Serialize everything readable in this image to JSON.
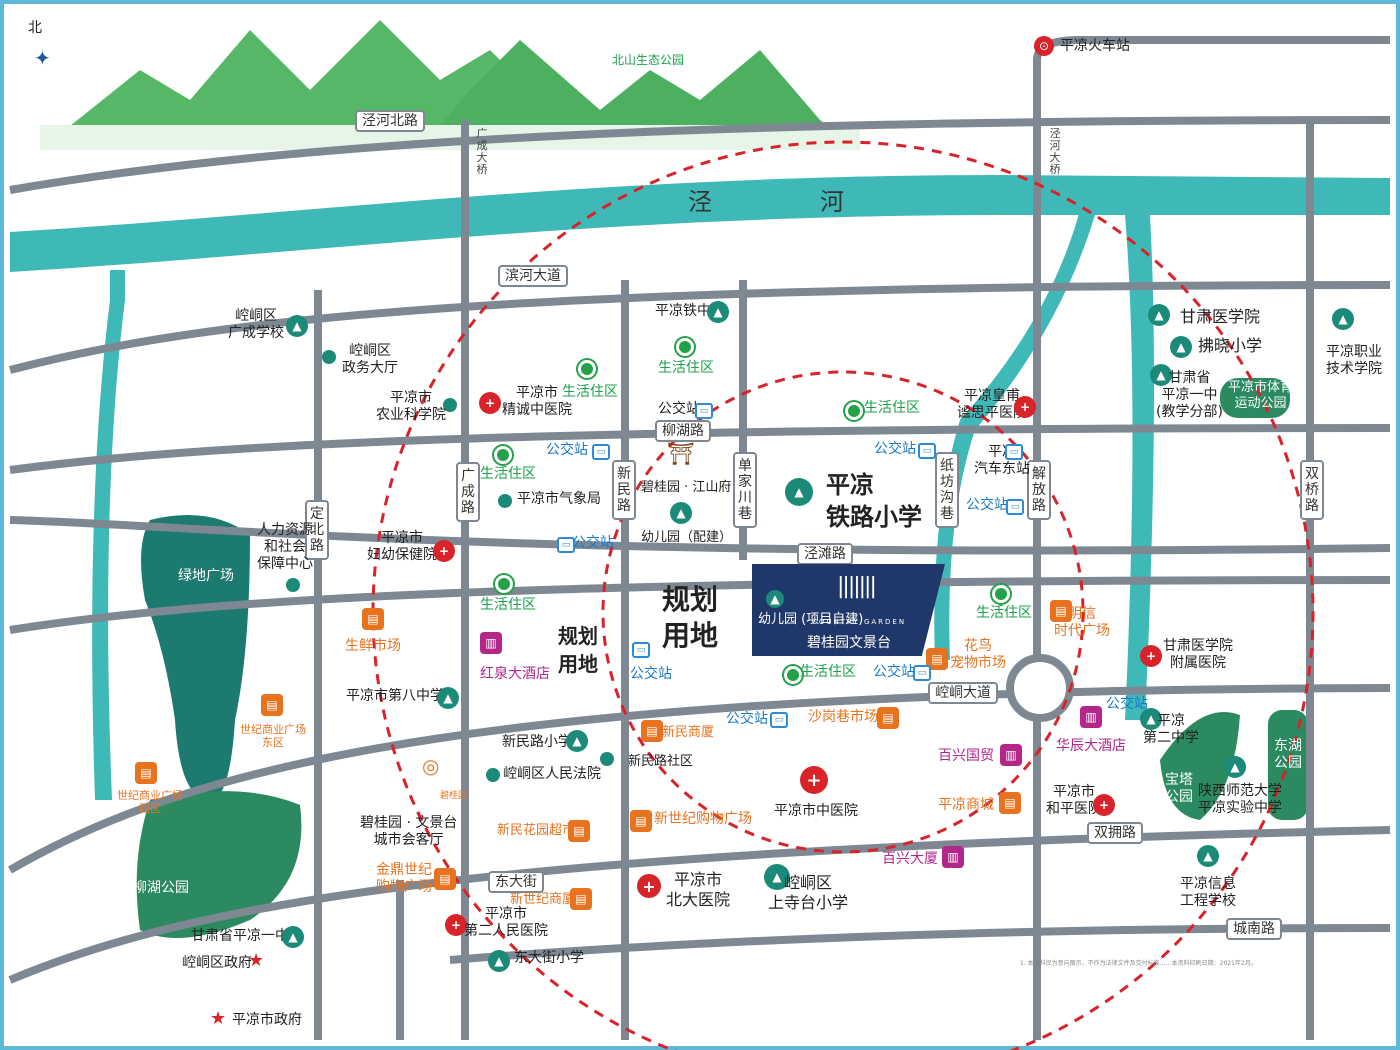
{
  "roads": {
    "jinghe_north": "泾河北路",
    "binhe": "滨河大道",
    "liuhu": "柳湖路",
    "jingtan": "泾滩路",
    "kongtong": "崆峒大道",
    "dongda": "东大街",
    "shuangyong": "双拥路",
    "chengnan": "城南路",
    "dingbei": "定北路",
    "guangcheng": "广成路",
    "xinmin": "新民路",
    "danjiachuan": "单家川巷",
    "zhifanggou": "纸坊沟巷",
    "jiefang": "解放路",
    "shuangqiao": "双桥路",
    "guangcheng_bridge": "广成大桥",
    "jinghe_bridge": "泾河大桥"
  },
  "river": {
    "char1": "泾",
    "char2": "河"
  },
  "compass": "北",
  "landmarks": {
    "beishan_park": "北山生态公园",
    "train_station": "平凉火车站"
  },
  "pois": {
    "guangcheng_school": "崆峒区\n广成学校",
    "gov_hall": "崆峒区\n政务大厅",
    "agri_school": "平凉市\n农业科学院",
    "jingcheng_hospital": "平凉市\n精诚中医院",
    "living1": "生活住区",
    "living2": "生活住区",
    "living3": "生活住区",
    "living4": "生活住区",
    "living5": "生活住区",
    "living6": "生活住区",
    "living7": "生活住区",
    "tiezhong": "平凉铁中",
    "bus1": "公交站",
    "bus2": "公交站",
    "bus3": "公交站",
    "bus4": "公交站",
    "bus5": "公交站",
    "bus6": "公交站",
    "bus7": "公交站",
    "bus8": "公交站",
    "bus9": "公交站",
    "weather": "平凉市气象局",
    "jiangshan": "碧桂园 · 江山府",
    "kindergarten": "幼儿园（配建）",
    "railway_school_1": "平凉",
    "railway_school_2": "铁路小学",
    "huangfu_hospital": "平凉皇甫\n谧思平医院",
    "bus_station": "平凉\n汽车东站",
    "renli": "人力资源\n和社会\n保障中心",
    "maternal": "平凉市\n妇幼保健院",
    "green_plaza": "绿地广场",
    "fresh_market": "生鲜市场",
    "hongquan": "红泉大酒店",
    "plan1": "规划\n用地",
    "plan2": "规划\n用地",
    "eighth_school": "平凉市第八中学",
    "century_east": "世纪商业广场\n东区",
    "century_west": "世纪商业广场\n西区",
    "xinminlu_school": "新民路小学",
    "court": "崆峒区人民法院",
    "wenjing_hall": "碧桂园 · 文景台\n城市会客厅",
    "jinding": "金鼎世纪\n购物广场",
    "xinmin_garden": "新民花园超市",
    "xinmin_mall": "新民商厦",
    "xinmin_community": "新民路社区",
    "new_century_mall": "新世纪购物广场",
    "new_century_bldg": "新世纪商厦",
    "shagang_market": "沙岗巷市场",
    "chinese_med": "平凉市中医院",
    "baixing_guomao": "百兴国贸",
    "pingliang_mall": "平凉商城",
    "baixing_tower": "百兴大厦",
    "beida_hospital": "平凉市\n北大医院",
    "shangsitai": "崆峒区\n上寺台小学",
    "second_people": "平凉市\n第二人民医院",
    "dongdajie_school": "东大街小学",
    "liuhu_park": "柳湖公园",
    "no1_school": "甘肃省平凉一中",
    "district_gov": "崆峒区政府",
    "city_gov": "平凉市政府",
    "flower_market": "花鸟\n宠物市场",
    "mingxin": "明信\n时代广场",
    "huachen": "华辰大酒店",
    "heping_hospital": "平凉市\n和平医院",
    "medical_college": "甘肃医学院",
    "fuxiao": "拂晓小学",
    "no1_middle": "甘肃省\n平凉一中\n(教学分部)",
    "sports_park": "平凉市体育\n运动公园",
    "vocational": "平凉职业\n技术学院",
    "medical_hospital": "甘肃医学院\n附属医院",
    "second_middle": "平凉\n第二中学",
    "baota_park": "宝塔\n公园",
    "donghu_park": "东湖\n公园",
    "shaanxi_normal": "陕西师范大学\n平凉实验中学",
    "info_school": "平凉信息\n工程学校"
  },
  "project": {
    "kindergarten": "幼儿园\n(项目自建)",
    "brand_en": "COUNTRY GARDEN",
    "name": "碧桂园文景台"
  },
  "cg_logo": {
    "name": "碧桂园"
  },
  "disclaimer": "1. 本资料仅为意向图示，不作为法律文件及交付标准……本资料印刷日期：2021年2月。",
  "colors": {
    "river": "#3fb8b8",
    "road": "#7e8893",
    "green": "#24a148",
    "school": "#1b8a79",
    "hospital": "#d8232a",
    "shop": "#e8731e",
    "hotel": "#b3268a",
    "bus": "#2d8bd8",
    "project": "#1f3869"
  }
}
